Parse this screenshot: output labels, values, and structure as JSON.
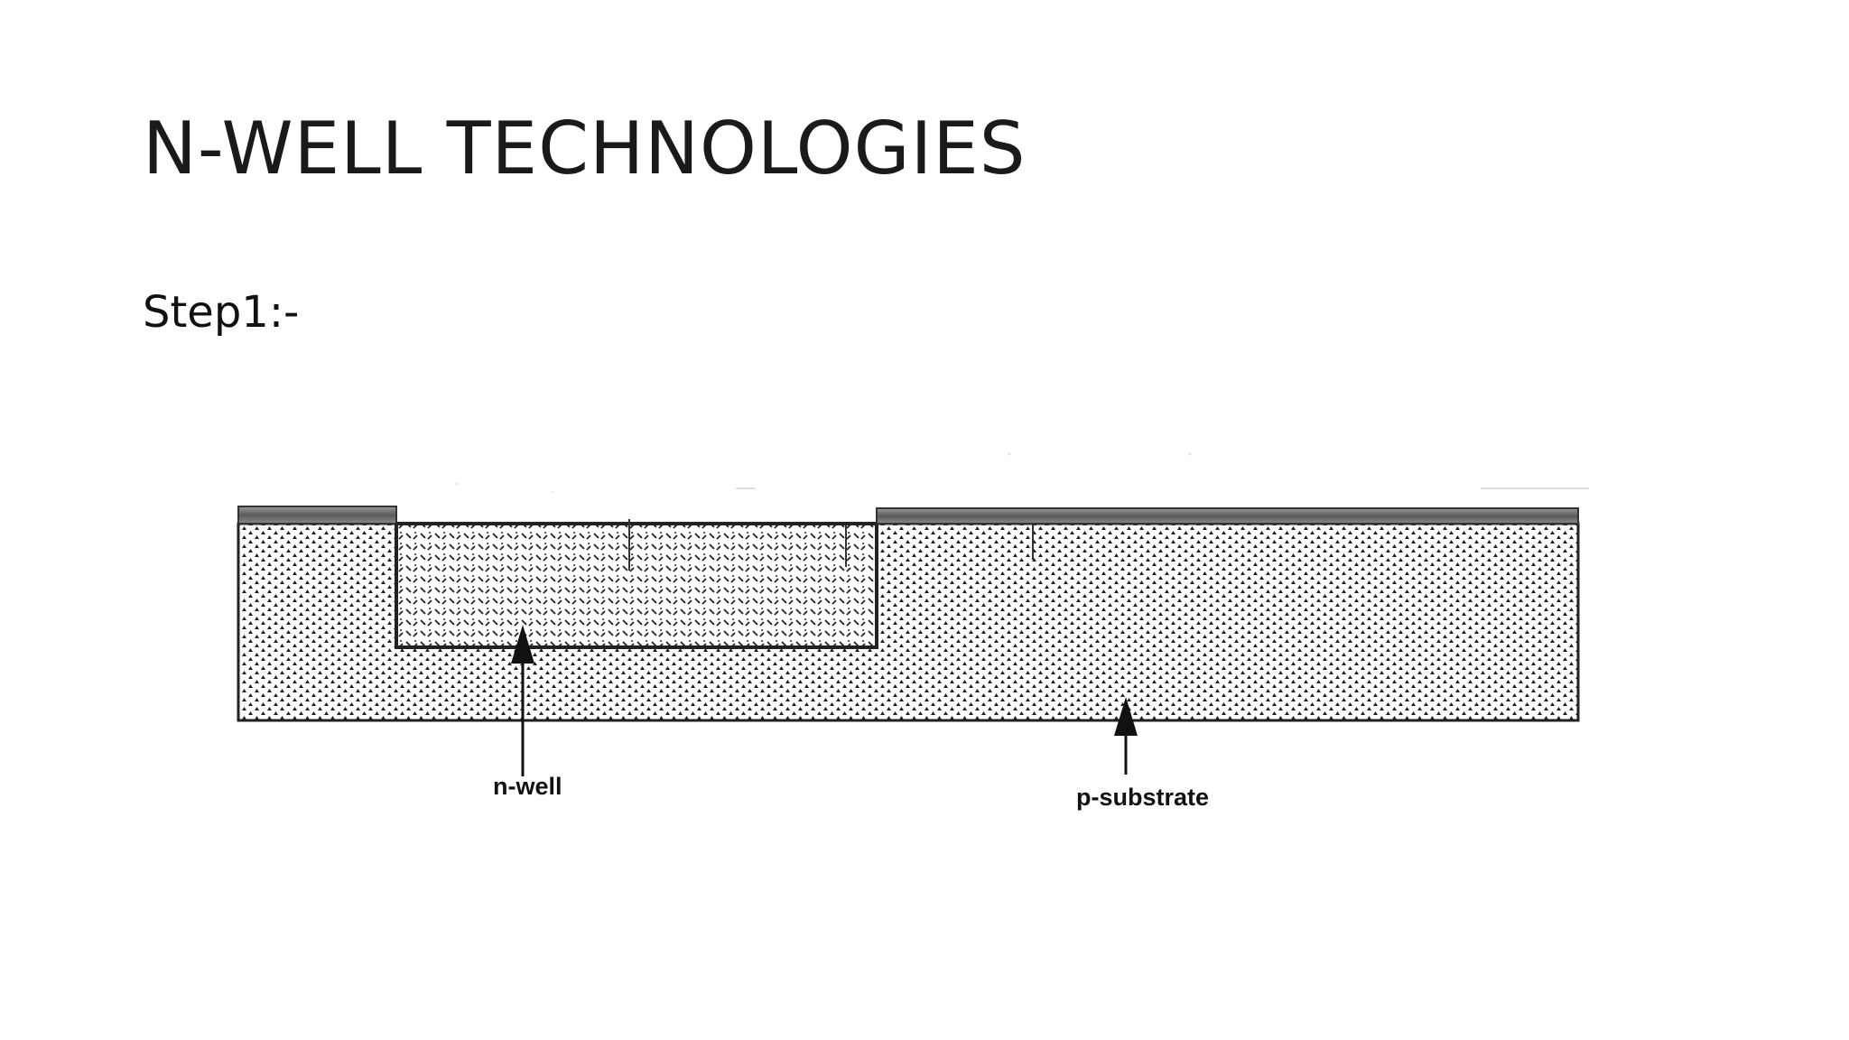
{
  "slide": {
    "title": "N-WELL TECHNOLOGIES",
    "subtitle": "Step1:-"
  },
  "diagram": {
    "labels": {
      "n_well": "n-well",
      "p_substrate": "p-substrate"
    },
    "colors": {
      "outline": "#222222",
      "fill": "#ffffff",
      "texture": "#1f1f1f",
      "oxide": "#777777"
    }
  }
}
